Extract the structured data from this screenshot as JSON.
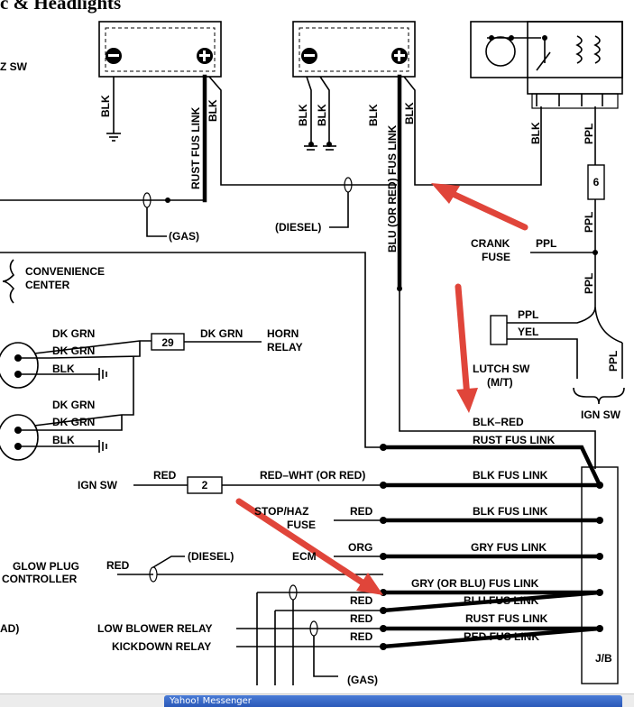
{
  "title": "c & Headlights",
  "labels": {
    "z_sw": "Z SW",
    "blk": "BLK",
    "rust_fus_link": "RUST FUS LINK",
    "blu_or_red_fus_link": "BLU (OR RED) FUS LINK",
    "gas": "(GAS)",
    "diesel": "(DIESEL)",
    "crank_fuse_1": "CRANK",
    "crank_fuse_2": "FUSE",
    "ppl": "PPL",
    "yel": "YEL",
    "fuse_6": "6",
    "clutch_sw_1": "LUTCH SW",
    "clutch_sw_2": "(M/T)",
    "ign_sw_right": "IGN SW",
    "blk_red": "BLK–RED",
    "convenience_1": "CONVENIENCE",
    "convenience_2": "CENTER",
    "dk_grn": "DK GRN",
    "horn_1": "HORN",
    "horn_2": "RELAY",
    "fuse_29": "29",
    "ign_sw_left": "IGN SW",
    "red": "RED",
    "fuse_2": "2",
    "red_wht": "RED–WHT (OR RED)",
    "rust_fus_link_upper": "RUST FUS LINK",
    "blk_fus_link": "BLK FUS LINK",
    "stop_haz_1": "STOP/HAZ",
    "stop_haz_2": "FUSE",
    "org": "ORG",
    "ecm": "ECM",
    "gry_fus_link": "GRY FUS LINK",
    "glow_1": "GLOW PLUG",
    "glow_2": "CONTROLLER",
    "gry_or_blu": "GRY (OR BLU) FUS LINK",
    "blu_fus_link": "BLU FUS LINK",
    "rust_fus_link_lower": "RUST FUS LINK",
    "red_fus_link": "RED FUS LINK",
    "ad": "AD)",
    "low_blower": "LOW BLOWER RELAY",
    "kickdown": "KICKDOWN RELAY",
    "jb": "J/B",
    "gas_bottom": "(GAS)"
  },
  "taskbar": {
    "app": "Yahoo! Messenger"
  },
  "colors": {
    "arrow": "#e0453a",
    "wire": "#000000"
  }
}
